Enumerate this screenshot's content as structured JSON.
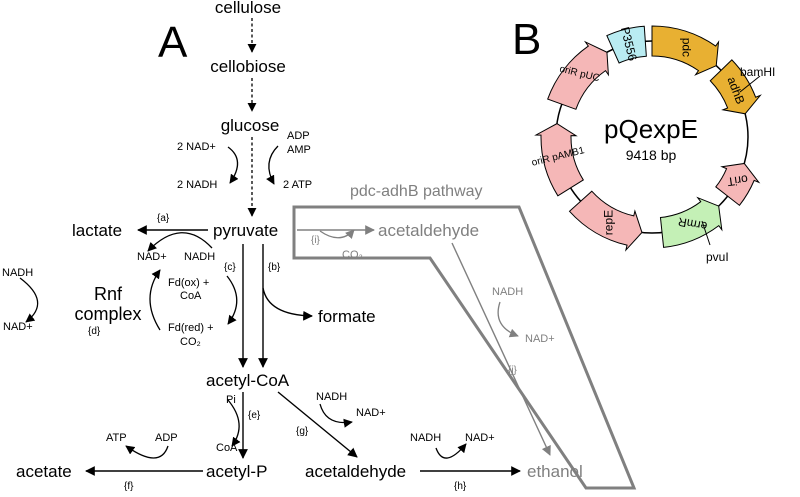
{
  "panel_a": {
    "label": "A",
    "metabolites": {
      "cellulose": "cellulose",
      "cellobiose": "cellobiose",
      "glucose": "glucose",
      "lactate": "lactate",
      "pyruvate": "pyruvate",
      "acetaldehyde_pdc": "acetaldehyde",
      "formate": "formate",
      "acetyl_coa": "acetyl-CoA",
      "acetyl_p": "acetyl-P",
      "acetate": "acetate",
      "acetaldehyde": "acetaldehyde",
      "ethanol": "ethanol"
    },
    "cofactors": {
      "glyc_nad": "2 NAD+",
      "glyc_nadh": "2 NADH",
      "glyc_adp": "ADP",
      "glyc_amp": "AMP",
      "glyc_atp": "2 ATP",
      "ldh_nad": "NAD+",
      "ldh_nadh": "NADH",
      "fdox": "Fd(ox) +",
      "coa": "CoA",
      "fdred": "Fd(red) +",
      "co2": "CO₂",
      "rnf_nadh": "NADH",
      "rnf_nad": "NAD+",
      "pdc_co2": "CO₂",
      "adh_nadh": "NADH",
      "adh_nad": "NAD+",
      "pta_pi": "Pi",
      "pta_coa": "CoA",
      "aldh_nadh": "NADH",
      "aldh_nad": "NAD+",
      "ack_atp": "ATP",
      "ack_adp": "ADP",
      "adh2_nadh": "NADH",
      "adh2_nad": "NAD+"
    },
    "rnf_complex": [
      "Rnf",
      "complex"
    ],
    "reaction_labels": {
      "a": "{a}",
      "b": "{b}",
      "c": "{c}",
      "d": "{d}",
      "e": "{e}",
      "f": "{f}",
      "g": "{g}",
      "h": "{h}",
      "i": "{i}",
      "j": "{j}"
    },
    "pathway_label": "pdc-adhB pathway",
    "colors": {
      "main": "#000000",
      "pathway": "#808080"
    }
  },
  "panel_b": {
    "label": "B",
    "plasmid_name": "pQexpE",
    "plasmid_size": "9418 bp",
    "sites": {
      "bamhi": "bamHI",
      "pvui": "pvuI"
    },
    "features": [
      {
        "name": "oriR pAMB1",
        "color": "#f5b7b7"
      },
      {
        "name": "oriR pUC",
        "color": "#f5b7b7"
      },
      {
        "name": "P3556",
        "color": "#b9ecf2"
      },
      {
        "name": "pdc",
        "color": "#e8b032"
      },
      {
        "name": "adhB",
        "color": "#e8b032"
      },
      {
        "name": "oriT",
        "color": "#f5b7b7"
      },
      {
        "name": "ermR",
        "color": "#c4f0b6"
      },
      {
        "name": "repE",
        "color": "#f5b7b7"
      }
    ]
  }
}
